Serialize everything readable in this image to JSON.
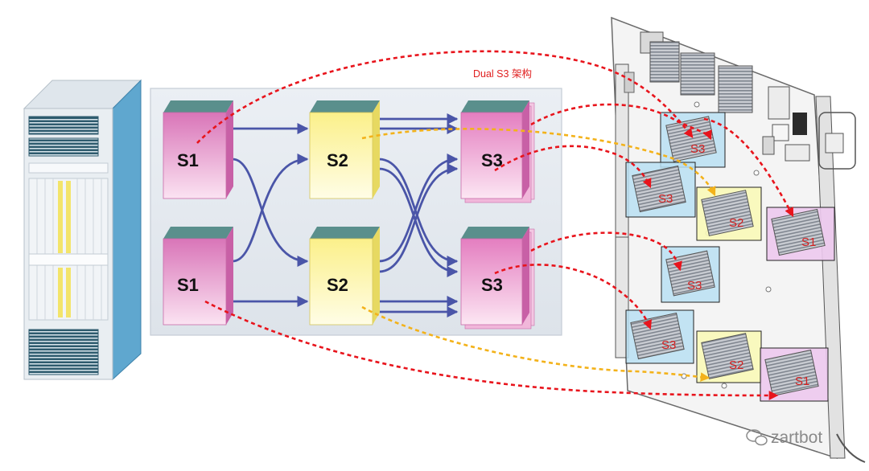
{
  "title": "Dual S3 架构",
  "fabric": {
    "top": {
      "s1": "S1",
      "s2": "S2",
      "s3": "S3"
    },
    "bottom": {
      "s1": "S1",
      "s2": "S2",
      "s3": "S3"
    }
  },
  "board_chips": {
    "c1": "S3",
    "c2": "S3",
    "c3": "S2",
    "c4": "S1",
    "c5": "S3",
    "c6": "S3",
    "c7": "S2",
    "c8": "S1"
  },
  "watermark": {
    "icon": "wechat-icon",
    "text": "zartbot"
  },
  "colors": {
    "s1": "#e590c8",
    "s2": "#fff7a8",
    "s3": "#ef9fd0",
    "cap": "#5a8f8c",
    "board_s3": "#b8dff2",
    "board_s2": "#fafab8",
    "board_s1": "#edc9ee",
    "arrow_red": "#e8141c",
    "arrow_orange": "#f3b21a",
    "arrow_blue": "#4a55a8",
    "title_red": "#e02020"
  }
}
